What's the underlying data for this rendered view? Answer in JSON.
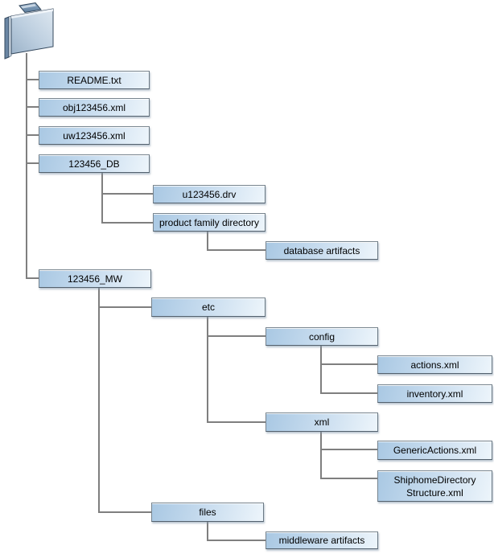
{
  "diagram": {
    "type": "directory-structure-tree",
    "root": {
      "icon": "folder-icon"
    },
    "colors": {
      "box_fill_start": "#a9c8e3",
      "box_fill_end": "#edf5fb",
      "box_border": "#78858f",
      "connector_line": "#7f7f7f",
      "text": "#000000",
      "folder_face_light": "#dde7f0",
      "folder_face_dark": "#9cb3c9",
      "folder_outline": "#34485d",
      "background": "#ffffff"
    }
  },
  "tree": {
    "children": [
      {
        "label": "README.txt"
      },
      {
        "label": "obj123456.xml"
      },
      {
        "label": "uw123456.xml"
      },
      {
        "label": "123456_DB",
        "children": [
          {
            "label": "u123456.drv"
          },
          {
            "label": "product family directory",
            "children": [
              {
                "label": "database artifacts"
              }
            ]
          }
        ]
      },
      {
        "label": "123456_MW",
        "children": [
          {
            "label": "etc",
            "children": [
              {
                "label": "config",
                "children": [
                  {
                    "label": "actions.xml"
                  },
                  {
                    "label": "inventory.xml"
                  }
                ]
              },
              {
                "label": "xml",
                "children": [
                  {
                    "label": "GenericActions.xml"
                  },
                  {
                    "label": "ShiphomeDirectoryStructure.xml",
                    "lines": [
                      "ShiphomeDirectory",
                      "Structure.xml"
                    ]
                  }
                ]
              }
            ]
          },
          {
            "label": "files",
            "children": [
              {
                "label": "middleware artifacts"
              }
            ]
          }
        ]
      }
    ]
  }
}
